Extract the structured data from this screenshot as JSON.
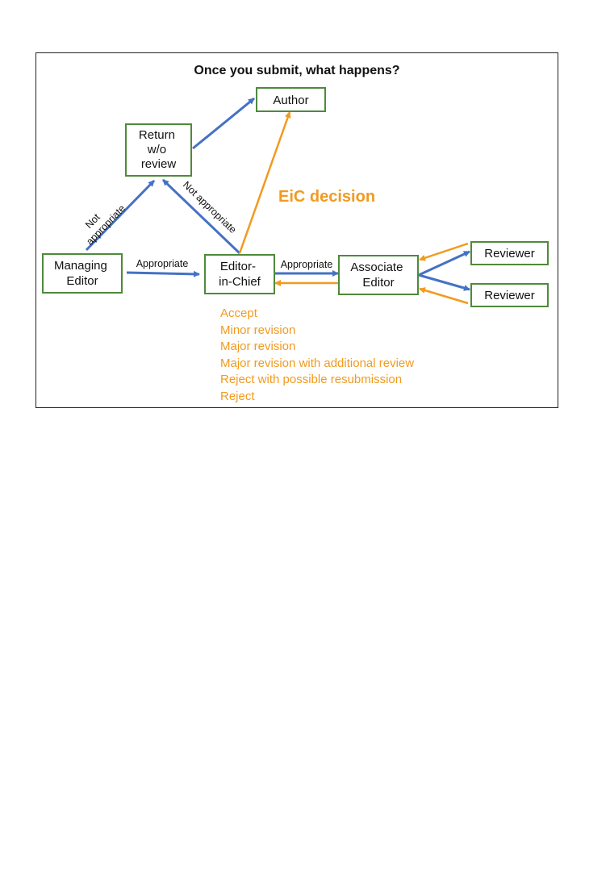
{
  "title": "Once you submit, what happens?",
  "colors": {
    "blue_arrow": "#4472c4",
    "orange_arrow": "#f29a1f",
    "box_border": "#4e8a3a"
  },
  "nodes": {
    "author": [
      "Author"
    ],
    "return": [
      "Return",
      "w/o",
      "review"
    ],
    "managing": [
      "Managing",
      "Editor"
    ],
    "eic": [
      "Editor-",
      "in-Chief"
    ],
    "associate": [
      "Associate",
      "Editor"
    ],
    "reviewer1": [
      "Reviewer"
    ],
    "reviewer2": [
      "Reviewer"
    ]
  },
  "edge_labels": {
    "not_appropriate_left": [
      "Not",
      "appropriate"
    ],
    "not_appropriate_right": "Not appropriate",
    "appropriate_me_eic": "Appropriate",
    "appropriate_eic_ae": "Appropriate"
  },
  "eic_decision_label": "EiC decision",
  "decisions": [
    "Accept",
    "Minor revision",
    "Major revision",
    "Major revision with additional review",
    "Reject with possible resubmission",
    "Reject"
  ]
}
